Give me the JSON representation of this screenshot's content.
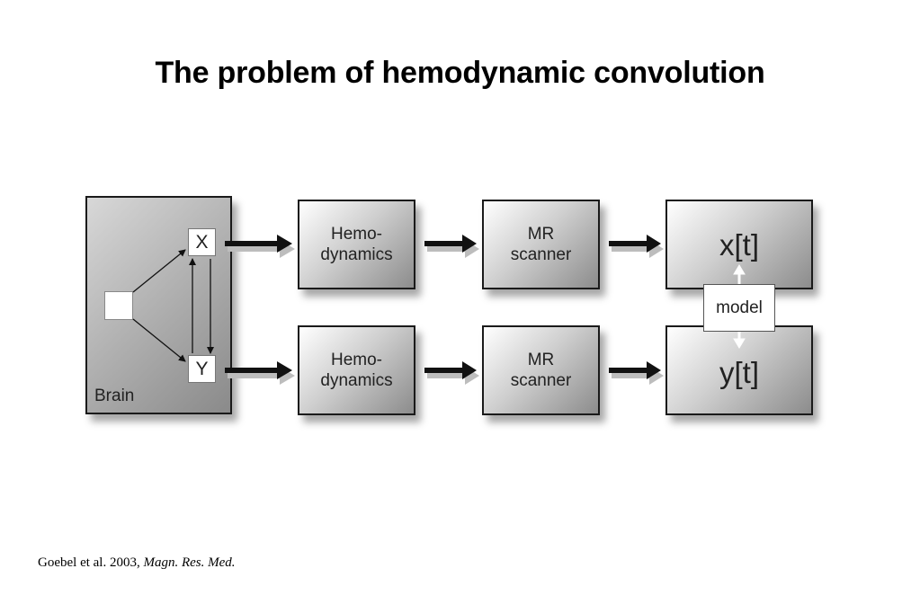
{
  "title": "The problem of hemodynamic convolution",
  "citation": {
    "authors": "Goebel et al. 2003, ",
    "journal": "Magn. Res. Med."
  },
  "diagram": {
    "brain_label": "Brain",
    "node_x": "X",
    "node_y": "Y",
    "hemo_top_line1": "Hemo-",
    "hemo_top_line2": "dynamics",
    "hemo_bottom_line1": "Hemo-",
    "hemo_bottom_line2": "dynamics",
    "mr_top_line1": "MR",
    "mr_top_line2": "scanner",
    "mr_bottom_line1": "MR",
    "mr_bottom_line2": "scanner",
    "output_top": "x[t]",
    "output_bottom": "y[t]",
    "model_label": "model"
  }
}
